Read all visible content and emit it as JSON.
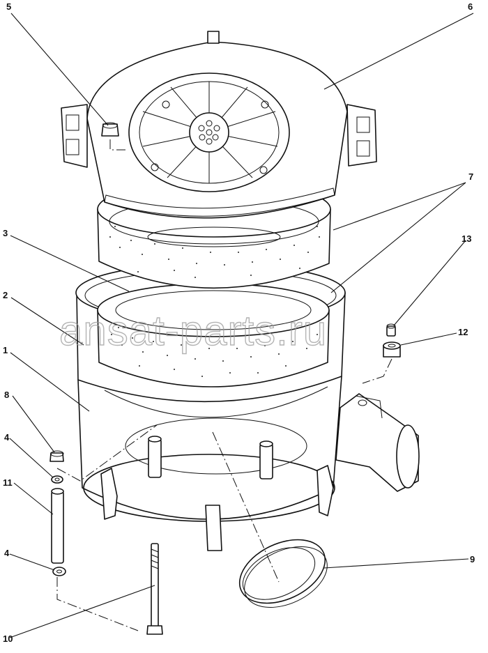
{
  "watermark": "ansat-parts.ru",
  "callouts": [
    {
      "id": "c1",
      "label": "1"
    },
    {
      "id": "c2",
      "label": "2"
    },
    {
      "id": "c3",
      "label": "3"
    },
    {
      "id": "c4a",
      "label": "4"
    },
    {
      "id": "c4b",
      "label": "4"
    },
    {
      "id": "c5",
      "label": "5"
    },
    {
      "id": "c6",
      "label": "6"
    },
    {
      "id": "c7",
      "label": "7"
    },
    {
      "id": "c8",
      "label": "8"
    },
    {
      "id": "c9",
      "label": "9"
    },
    {
      "id": "c10",
      "label": "10"
    },
    {
      "id": "c11",
      "label": "11"
    },
    {
      "id": "c12",
      "label": "12"
    },
    {
      "id": "c13",
      "label": "13"
    }
  ]
}
